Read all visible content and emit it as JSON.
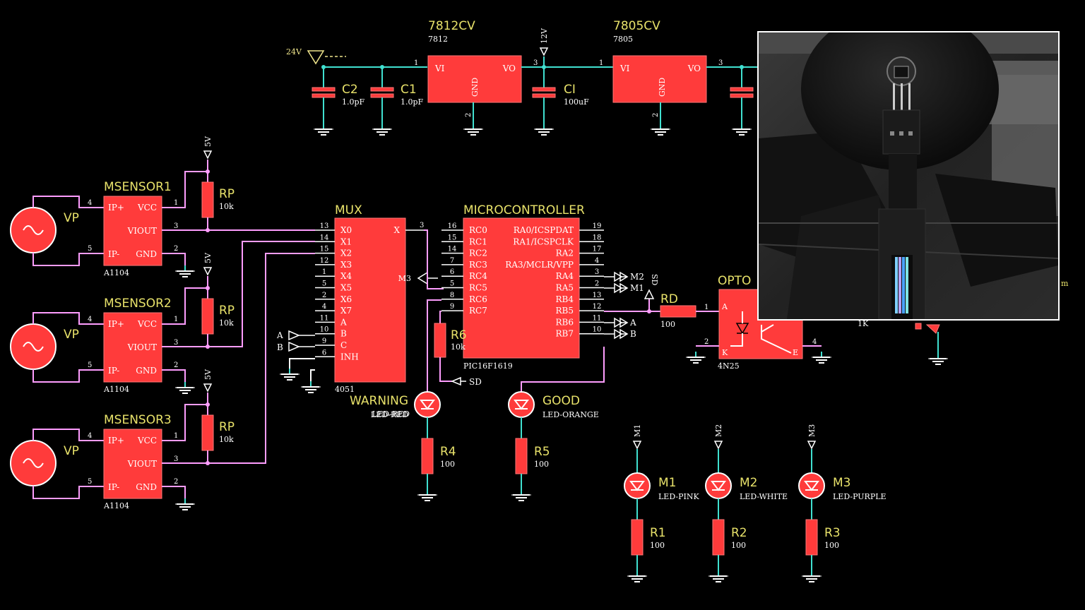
{
  "colors": {
    "wire": "#40e0d0",
    "net": "#ff9dff",
    "part": "#ff3b3b",
    "partStroke": "#ff7777",
    "title": "#e8e26a",
    "text": "#ffffff",
    "pin": "#ffffff",
    "ground": "#ffffff",
    "supply": "#f0e68c"
  },
  "regulators": [
    {
      "name": "7812CV",
      "sub": "7812",
      "pins": {
        "in": "VI",
        "out": "VO",
        "gnd": "GND"
      },
      "nums": [
        "1",
        "2",
        "3"
      ]
    },
    {
      "name": "7805CV",
      "sub": "7805",
      "pins": {
        "in": "VI",
        "out": "VO",
        "gnd": "GND"
      },
      "nums": [
        "1",
        "2",
        "3"
      ]
    }
  ],
  "supplies": {
    "v24": "24V",
    "v12": "12V",
    "v5": "5V"
  },
  "caps": [
    {
      "name": "C2",
      "value": "1.0pF"
    },
    {
      "name": "C1",
      "value": "1.0pF"
    },
    {
      "name": "CI",
      "value": "100uF"
    }
  ],
  "sensors": [
    {
      "name": "MSENSOR1",
      "part": "A1104",
      "src": "VP",
      "pull": "RP",
      "pullVal": "10k"
    },
    {
      "name": "MSENSOR2",
      "part": "A1104",
      "src": "VP",
      "pull": "RP",
      "pullVal": "10k"
    },
    {
      "name": "MSENSOR3",
      "part": "A1104",
      "src": "VP",
      "pull": "RP",
      "pullVal": "10k"
    }
  ],
  "sensorPins": {
    "ipp": "IP+",
    "ipm": "IP-",
    "vcc": "VCC",
    "viout": "VIOUT",
    "gnd": "GND",
    "n": [
      "4",
      "5",
      "1",
      "3",
      "2"
    ]
  },
  "mux": {
    "name": "MUX",
    "part": "4051",
    "left": [
      {
        "n": "13",
        "l": "X0"
      },
      {
        "n": "14",
        "l": "X1"
      },
      {
        "n": "15",
        "l": "X2"
      },
      {
        "n": "12",
        "l": "X3"
      },
      {
        "n": "1",
        "l": "X4"
      },
      {
        "n": "5",
        "l": "X5"
      },
      {
        "n": "2",
        "l": "X6"
      },
      {
        "n": "4",
        "l": "X7"
      },
      {
        "n": "11",
        "l": "A"
      },
      {
        "n": "10",
        "l": "B"
      },
      {
        "n": "9",
        "l": "C"
      },
      {
        "n": "6",
        "l": "INH"
      }
    ],
    "right": {
      "n": "3",
      "l": "X"
    },
    "netM3": "M3",
    "netA": "A",
    "netB": "B"
  },
  "mcu": {
    "name": "MICROCONTROLLER",
    "part": "PIC16F1619",
    "left": [
      {
        "n": "16",
        "l": "RC0"
      },
      {
        "n": "15",
        "l": "RC1"
      },
      {
        "n": "14",
        "l": "RC2"
      },
      {
        "n": "7",
        "l": "RC3"
      },
      {
        "n": "6",
        "l": "RC4"
      },
      {
        "n": "5",
        "l": "RC5"
      },
      {
        "n": "8",
        "l": "RC6"
      },
      {
        "n": "9",
        "l": "RC7"
      }
    ],
    "right": [
      {
        "n": "19",
        "l": "RA0/ICSPDAT"
      },
      {
        "n": "18",
        "l": "RA1/ICSPCLK"
      },
      {
        "n": "17",
        "l": "RA2"
      },
      {
        "n": "4",
        "l": "RA3/MCLR/VPP"
      },
      {
        "n": "3",
        "l": "RA4"
      },
      {
        "n": "2",
        "l": "RA5"
      },
      {
        "n": "13",
        "l": "RB4"
      },
      {
        "n": "12",
        "l": "RB5"
      },
      {
        "n": "11",
        "l": "RB6"
      },
      {
        "n": "10",
        "l": "RB7"
      }
    ],
    "nets": {
      "m2": "M2",
      "m1": "M1",
      "a": "A",
      "b": "B",
      "sd": "SD",
      "sdNet": "SD"
    }
  },
  "r6": {
    "name": "R6",
    "value": "10k"
  },
  "rd": {
    "name": "RD",
    "value": "100"
  },
  "opto": {
    "name": "OPTOCOUPLER",
    "visible": "OPTO",
    "part": "4N25",
    "pins": {
      "a": "A",
      "k": "K",
      "e": "E"
    },
    "nums": [
      "1",
      "2",
      "4"
    ],
    "r": "1K"
  },
  "leds": [
    {
      "name": "WARNING",
      "part": "LED-RED",
      "r": "R4",
      "rv": "100"
    },
    {
      "name": "GOOD",
      "part": "LED-ORANGE",
      "r": "R5",
      "rv": "100"
    },
    {
      "name": "M1",
      "part": "LED-PINK",
      "r": "R1",
      "rv": "100",
      "net": "M1"
    },
    {
      "name": "M2",
      "part": "LED-WHITE",
      "r": "R2",
      "rv": "100",
      "net": "M2"
    },
    {
      "name": "M3",
      "part": "LED-PURPLE",
      "r": "R3",
      "rv": "100",
      "net": "M3"
    }
  ],
  "partial": {
    "m": "m"
  }
}
